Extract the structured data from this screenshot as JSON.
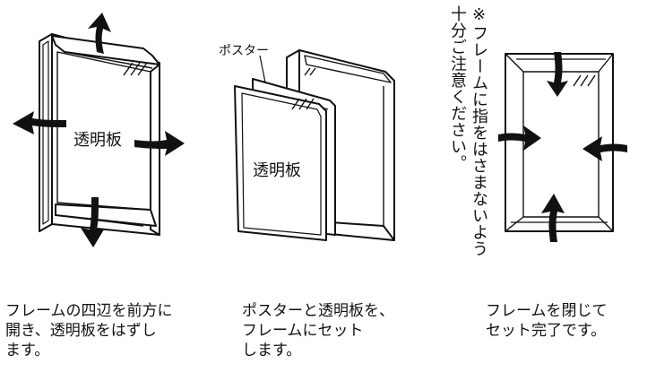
{
  "labels": {
    "panel1_board": "透明板",
    "panel2_board": "透明板",
    "poster": "ポスター"
  },
  "note": {
    "line1": "※フレームに指をはさまないよう",
    "line2": "十分ご注意ください。"
  },
  "captions": {
    "step1": "フレームの四辺を前方に\n開き、透明板をはずし\nます。",
    "step2": "ポスターと透明板を、\nフレームにセット\nします。",
    "step3": "フレームを閉じて\nセット完了です。"
  }
}
